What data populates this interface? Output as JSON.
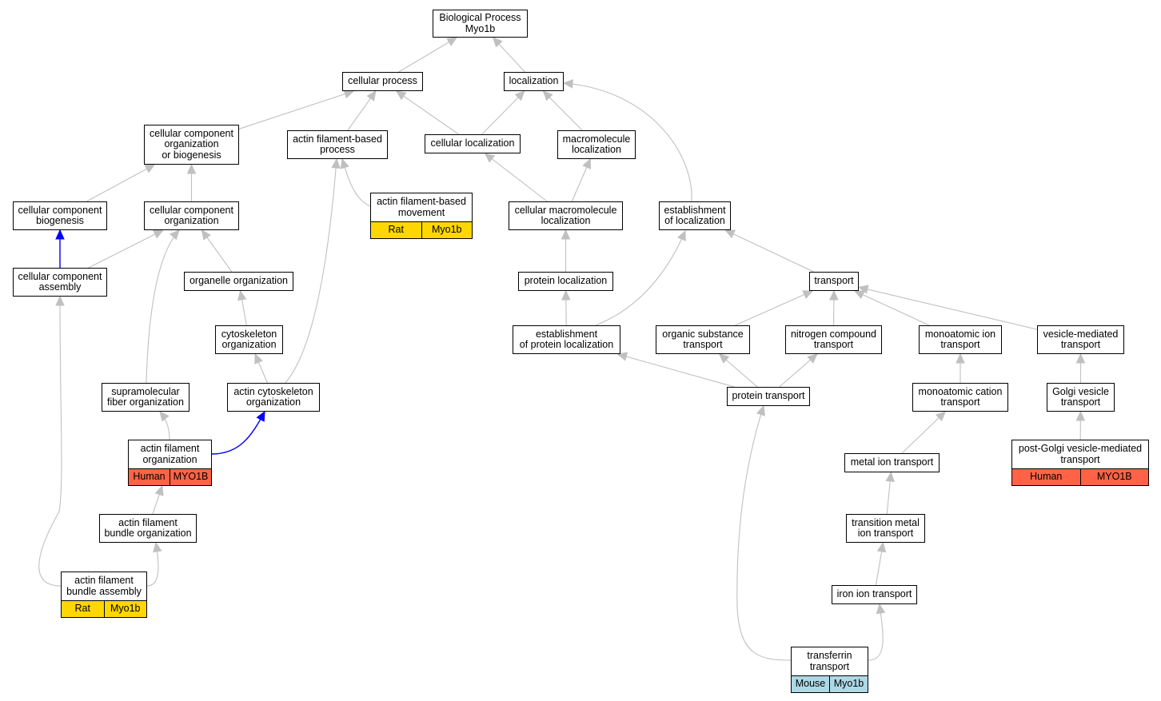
{
  "colors": {
    "edge": "#c0c0c0",
    "edge_highlight": "#0000ff",
    "rat": "#ffd700",
    "human": "#ff6347",
    "mouse": "#add8e6"
  },
  "nodes": {
    "biological_process": {
      "label": "Biological Process\nMyo1b"
    },
    "cellular_process": {
      "label": "cellular process"
    },
    "localization": {
      "label": "localization"
    },
    "cc_org_biogenesis": {
      "label": "cellular component\norganization\nor biogenesis"
    },
    "actin_filament_based_process": {
      "label": "actin filament-based\nprocess"
    },
    "cellular_localization": {
      "label": "cellular localization"
    },
    "macromolecule_localization": {
      "label": "macromolecule\nlocalization"
    },
    "cc_biogenesis": {
      "label": "cellular component\nbiogenesis"
    },
    "cc_organization": {
      "label": "cellular component\norganization"
    },
    "actin_filament_based_movement": {
      "label": "actin filament-based\nmovement",
      "tags": [
        {
          "text": "Rat",
          "color": "#ffd700"
        },
        {
          "text": "Myo1b",
          "color": "#ffd700"
        }
      ]
    },
    "cellular_macromolecule_localization": {
      "label": "cellular macromolecule\nlocalization"
    },
    "establishment_of_localization": {
      "label": "establishment\nof localization"
    },
    "cc_assembly": {
      "label": "cellular component\nassembly"
    },
    "organelle_organization": {
      "label": "organelle organization"
    },
    "protein_localization": {
      "label": "protein localization"
    },
    "transport": {
      "label": "transport"
    },
    "cytoskeleton_organization": {
      "label": "cytoskeleton\norganization"
    },
    "establishment_protein_localization": {
      "label": "establishment\nof protein localization"
    },
    "organic_substance_transport": {
      "label": "organic substance\ntransport"
    },
    "nitrogen_compound_transport": {
      "label": "nitrogen compound\ntransport"
    },
    "monoatomic_ion_transport": {
      "label": "monoatomic ion\ntransport"
    },
    "vesicle_mediated_transport": {
      "label": "vesicle-mediated\ntransport"
    },
    "supramolecular_fiber_organization": {
      "label": "supramolecular\nfiber organization"
    },
    "actin_cytoskeleton_organization": {
      "label": "actin cytoskeleton\norganization"
    },
    "protein_transport": {
      "label": "protein transport"
    },
    "monoatomic_cation_transport": {
      "label": "monoatomic cation\ntransport"
    },
    "golgi_vesicle_transport": {
      "label": "Golgi vesicle\ntransport"
    },
    "actin_filament_organization": {
      "label": "actin filament\norganization",
      "tags": [
        {
          "text": "Human",
          "color": "#ff6347"
        },
        {
          "text": "MYO1B",
          "color": "#ff6347"
        }
      ]
    },
    "post_golgi_vesicle_transport": {
      "label": "post-Golgi vesicle-mediated\ntransport",
      "tags": [
        {
          "text": "Human",
          "color": "#ff6347"
        },
        {
          "text": "MYO1B",
          "color": "#ff6347"
        }
      ]
    },
    "metal_ion_transport": {
      "label": "metal ion transport"
    },
    "actin_filament_bundle_organization": {
      "label": "actin filament\nbundle organization"
    },
    "transition_metal_ion_transport": {
      "label": "transition metal\nion transport"
    },
    "actin_filament_bundle_assembly": {
      "label": "actin filament\nbundle assembly",
      "tags": [
        {
          "text": "Rat",
          "color": "#ffd700"
        },
        {
          "text": "Myo1b",
          "color": "#ffd700"
        }
      ]
    },
    "iron_ion_transport": {
      "label": "iron ion transport"
    },
    "transferrin_transport": {
      "label": "transferrin\ntransport",
      "tags": [
        {
          "text": "Mouse",
          "color": "#add8e6"
        },
        {
          "text": "Myo1b",
          "color": "#add8e6"
        }
      ]
    }
  },
  "edges": [
    {
      "from": "cellular_process",
      "to": "biological_process"
    },
    {
      "from": "localization",
      "to": "biological_process"
    },
    {
      "from": "cc_org_biogenesis",
      "to": "cellular_process"
    },
    {
      "from": "actin_filament_based_process",
      "to": "cellular_process"
    },
    {
      "from": "cellular_localization",
      "to": "cellular_process"
    },
    {
      "from": "cellular_localization",
      "to": "localization"
    },
    {
      "from": "macromolecule_localization",
      "to": "localization"
    },
    {
      "from": "establishment_of_localization",
      "to": "localization"
    },
    {
      "from": "cc_biogenesis",
      "to": "cc_org_biogenesis"
    },
    {
      "from": "cc_organization",
      "to": "cc_org_biogenesis"
    },
    {
      "from": "actin_filament_based_movement",
      "to": "actin_filament_based_process"
    },
    {
      "from": "actin_cytoskeleton_organization",
      "to": "actin_filament_based_process"
    },
    {
      "from": "cellular_macromolecule_localization",
      "to": "cellular_localization"
    },
    {
      "from": "cellular_macromolecule_localization",
      "to": "macromolecule_localization"
    },
    {
      "from": "cc_assembly",
      "to": "cc_biogenesis",
      "highlight": true
    },
    {
      "from": "cc_assembly",
      "to": "cc_organization"
    },
    {
      "from": "organelle_organization",
      "to": "cc_organization"
    },
    {
      "from": "supramolecular_fiber_organization",
      "to": "cc_organization"
    },
    {
      "from": "protein_localization",
      "to": "cellular_macromolecule_localization"
    },
    {
      "from": "transport",
      "to": "establishment_of_localization"
    },
    {
      "from": "establishment_protein_localization",
      "to": "establishment_of_localization"
    },
    {
      "from": "cytoskeleton_organization",
      "to": "organelle_organization"
    },
    {
      "from": "establishment_protein_localization",
      "to": "protein_localization"
    },
    {
      "from": "organic_substance_transport",
      "to": "transport"
    },
    {
      "from": "nitrogen_compound_transport",
      "to": "transport"
    },
    {
      "from": "monoatomic_ion_transport",
      "to": "transport"
    },
    {
      "from": "vesicle_mediated_transport",
      "to": "transport"
    },
    {
      "from": "actin_cytoskeleton_organization",
      "to": "cytoskeleton_organization"
    },
    {
      "from": "protein_transport",
      "to": "establishment_protein_localization"
    },
    {
      "from": "protein_transport",
      "to": "organic_substance_transport"
    },
    {
      "from": "protein_transport",
      "to": "nitrogen_compound_transport"
    },
    {
      "from": "monoatomic_cation_transport",
      "to": "monoatomic_ion_transport"
    },
    {
      "from": "golgi_vesicle_transport",
      "to": "vesicle_mediated_transport"
    },
    {
      "from": "actin_filament_organization",
      "to": "supramolecular_fiber_organization"
    },
    {
      "from": "actin_filament_organization",
      "to": "actin_cytoskeleton_organization",
      "highlight": true
    },
    {
      "from": "post_golgi_vesicle_transport",
      "to": "golgi_vesicle_transport"
    },
    {
      "from": "metal_ion_transport",
      "to": "monoatomic_cation_transport"
    },
    {
      "from": "actin_filament_bundle_organization",
      "to": "actin_filament_organization"
    },
    {
      "from": "transition_metal_ion_transport",
      "to": "metal_ion_transport"
    },
    {
      "from": "actin_filament_bundle_assembly",
      "to": "actin_filament_bundle_organization"
    },
    {
      "from": "actin_filament_bundle_assembly",
      "to": "cc_assembly"
    },
    {
      "from": "iron_ion_transport",
      "to": "transition_metal_ion_transport"
    },
    {
      "from": "transferrin_transport",
      "to": "iron_ion_transport"
    },
    {
      "from": "transferrin_transport",
      "to": "protein_transport"
    }
  ]
}
